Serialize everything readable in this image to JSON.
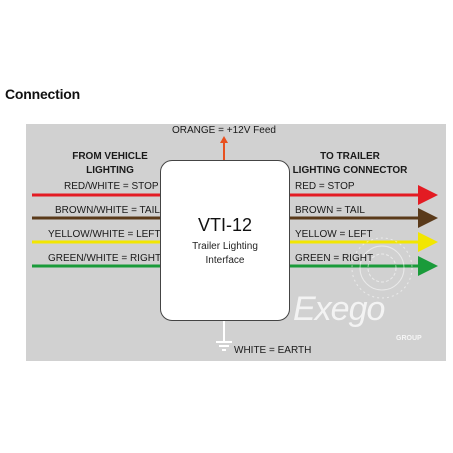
{
  "heading": "Connection",
  "left_header_line1": "FROM VEHICLE",
  "left_header_line2": "LIGHTING",
  "right_header_line1": "TO TRAILER",
  "right_header_line2": "LIGHTING CONNECTOR",
  "feed_label": "ORANGE = +12V Feed",
  "earth_label": "WHITE = EARTH",
  "device": {
    "model": "VTI-12",
    "desc_line1": "Trailer Lighting",
    "desc_line2": "Interface"
  },
  "wires": [
    {
      "left": "RED/WHITE = STOP",
      "right": "RED = STOP",
      "color": "#e31b23"
    },
    {
      "left": "BROWN/WHITE = TAIL",
      "right": "BROWN = TAIL",
      "color": "#5a3a1a"
    },
    {
      "left": "YELLOW/WHITE = LEFT",
      "right": "YELLOW = LEFT",
      "color": "#f2e600"
    },
    {
      "left": "GREEN/WHITE = RIGHT",
      "right": "GREEN = RIGHT",
      "color": "#1a9b3a"
    }
  ],
  "colors": {
    "orange_feed": "#e8501f",
    "panel": "#d1d1d1",
    "box_border": "#444444"
  },
  "watermark": {
    "brand": "Exego",
    "group": "GROUP"
  }
}
